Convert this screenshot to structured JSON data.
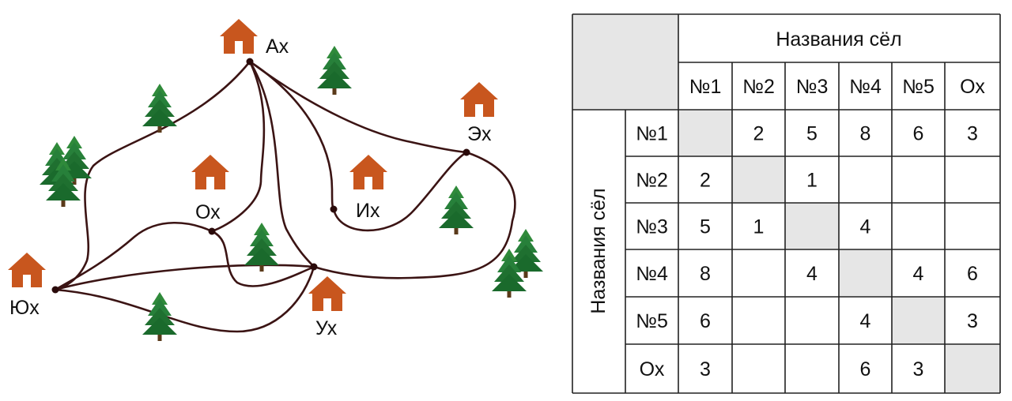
{
  "villages": [
    "Ах",
    "Эх",
    "Их",
    "Ох",
    "Ух",
    "Юх"
  ],
  "table": {
    "header_title": "Названия сёл",
    "row_header_title": "Названия сёл",
    "columns": [
      "№1",
      "№2",
      "№3",
      "№4",
      "№5",
      "Ох"
    ],
    "rows": [
      {
        "label": "№1",
        "cells": [
          "",
          "2",
          "5",
          "8",
          "6",
          "3"
        ]
      },
      {
        "label": "№2",
        "cells": [
          "2",
          "",
          "1",
          "",
          "",
          ""
        ]
      },
      {
        "label": "№3",
        "cells": [
          "5",
          "1",
          "",
          "4",
          "",
          ""
        ]
      },
      {
        "label": "№4",
        "cells": [
          "8",
          "",
          "4",
          "",
          "4",
          "6"
        ]
      },
      {
        "label": "№5",
        "cells": [
          "6",
          "",
          "",
          "4",
          "",
          "3"
        ]
      },
      {
        "label": "Ох",
        "cells": [
          "3",
          "",
          "",
          "6",
          "3",
          ""
        ]
      }
    ]
  },
  "colors": {
    "house": "#c8561e",
    "tree_dark": "#1e6b2b",
    "tree_light": "#3f9a42",
    "road": "#3b1414",
    "diagonal_fill": "#e6e6e6",
    "grid": "#222222"
  },
  "icons": [
    "house-icon",
    "tree-icon"
  ]
}
